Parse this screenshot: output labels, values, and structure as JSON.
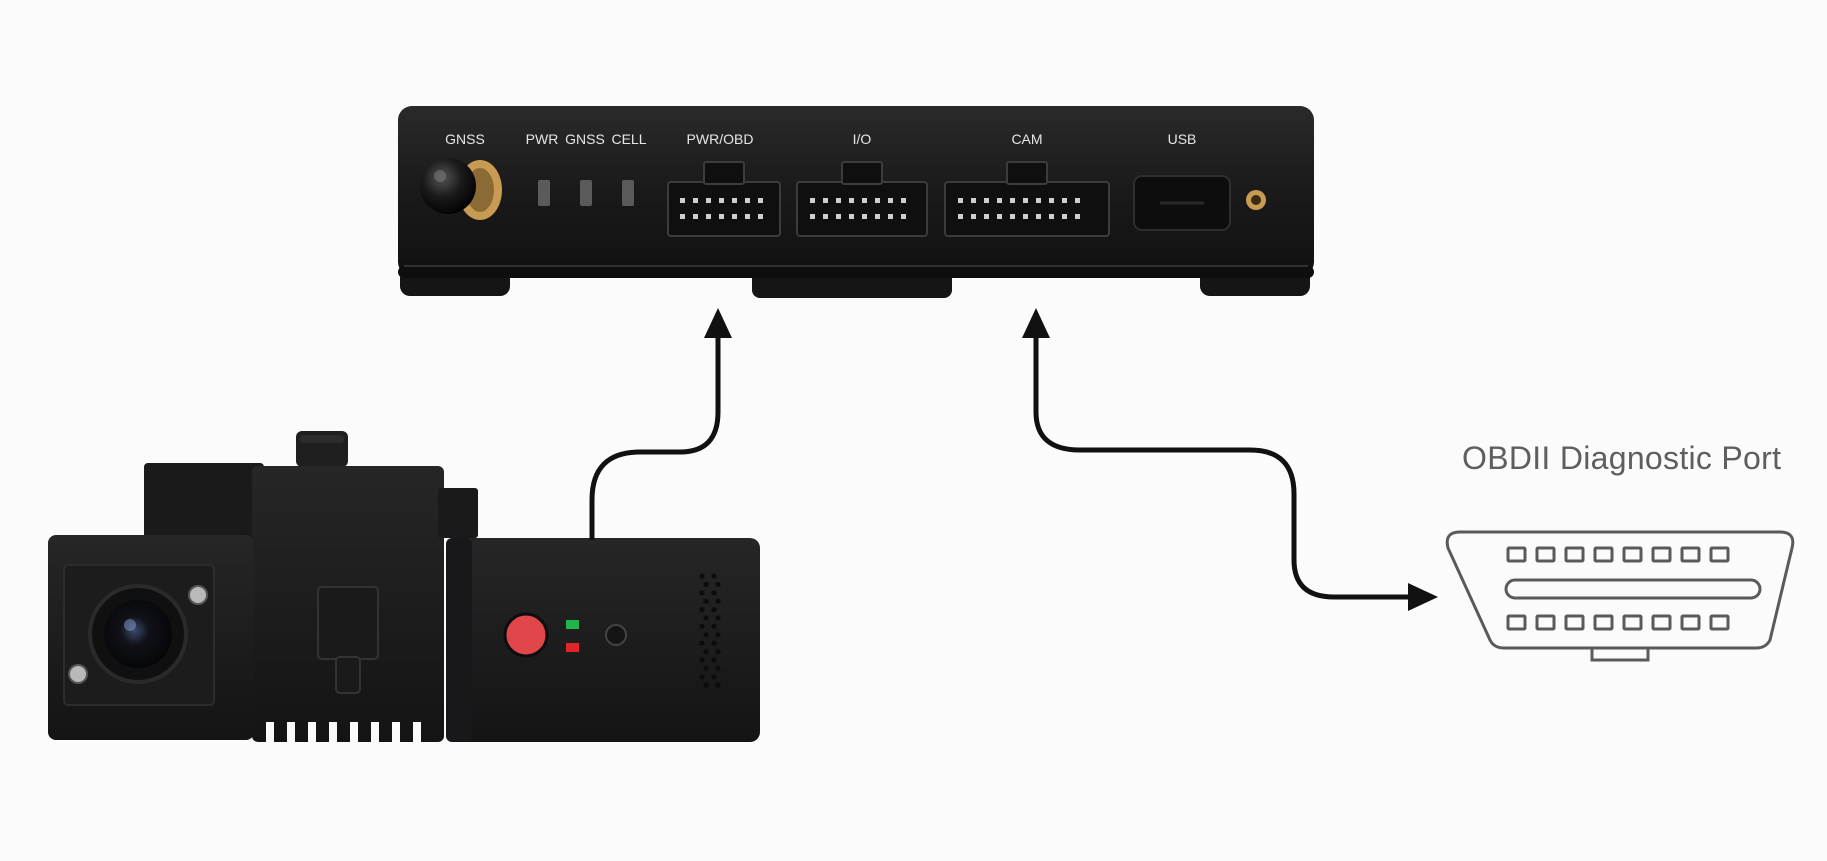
{
  "gateway": {
    "labels": {
      "gnss_antenna": "GNSS",
      "pwr_led": "PWR",
      "gnss_led": "GNSS",
      "cell_led": "CELL",
      "pwr_obd": "PWR/OBD",
      "io": "I/O",
      "cam": "CAM",
      "usb": "USB"
    }
  },
  "obd": {
    "title": "OBDII Diagnostic Port"
  },
  "colors": {
    "device_body": "#1c1c1d",
    "device_face": "#141415",
    "arrow": "#111111",
    "port_outline": "#5a5a5a",
    "record_button": "#e0464a",
    "led_green": "#22b34a",
    "led_red": "#e0262b",
    "antenna_brass": "#c89a52"
  }
}
